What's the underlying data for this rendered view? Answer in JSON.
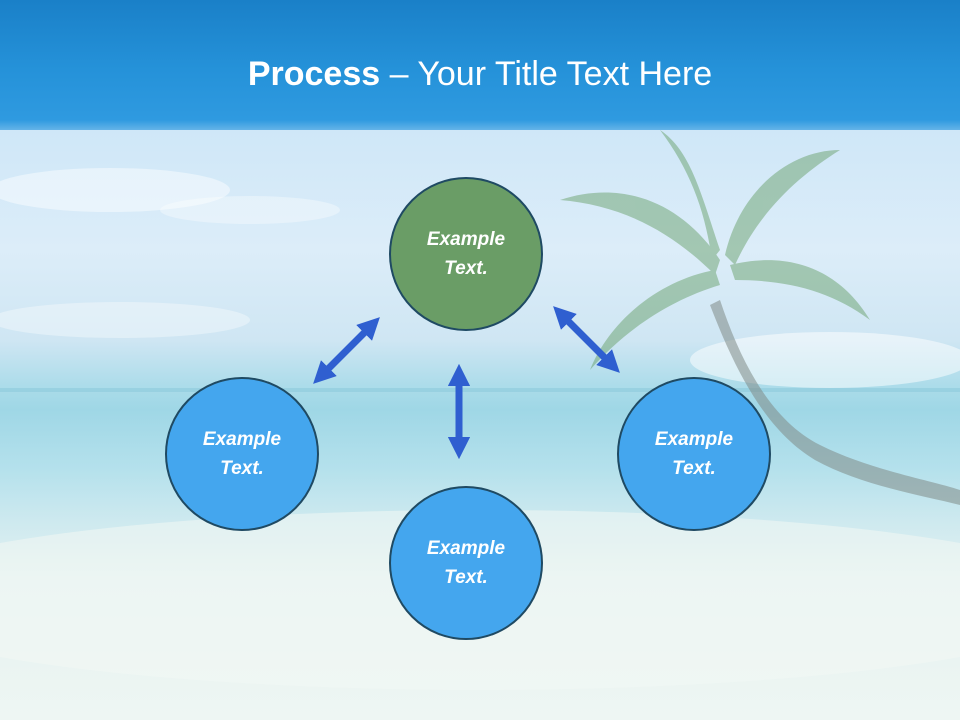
{
  "slide": {
    "title_bold": "Process",
    "title_rest": " – Your Title Text Here"
  },
  "diagram": {
    "center_node": {
      "line1": "Example",
      "line2": "Text."
    },
    "left_node": {
      "line1": "Example",
      "line2": "Text."
    },
    "bottom_node": {
      "line1": "Example",
      "line2": "Text."
    },
    "right_node": {
      "line1": "Example",
      "line2": "Text."
    }
  },
  "colors": {
    "header": "#2592d9",
    "center_node": "#6a9d66",
    "leaf_node": "#44a6ee",
    "node_border": "#1f4a63",
    "arrow": "#2f5fd0"
  }
}
